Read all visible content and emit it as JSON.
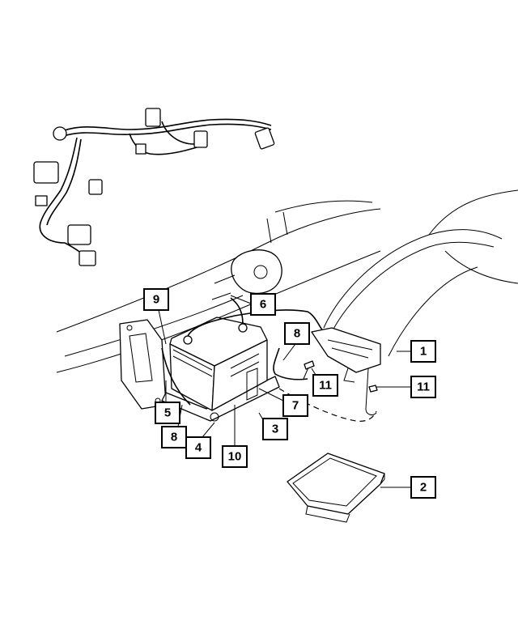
{
  "diagram": {
    "callouts": [
      {
        "id": "1",
        "label": "1"
      },
      {
        "id": "2",
        "label": "2"
      },
      {
        "id": "3",
        "label": "3"
      },
      {
        "id": "4",
        "label": "4"
      },
      {
        "id": "5",
        "label": "5"
      },
      {
        "id": "6",
        "label": "6"
      },
      {
        "id": "7",
        "label": "7"
      },
      {
        "id": "8a",
        "label": "8"
      },
      {
        "id": "8b",
        "label": "8"
      },
      {
        "id": "9",
        "label": "9"
      },
      {
        "id": "10",
        "label": "10"
      },
      {
        "id": "11a",
        "label": "11"
      },
      {
        "id": "11b",
        "label": "11"
      }
    ]
  }
}
